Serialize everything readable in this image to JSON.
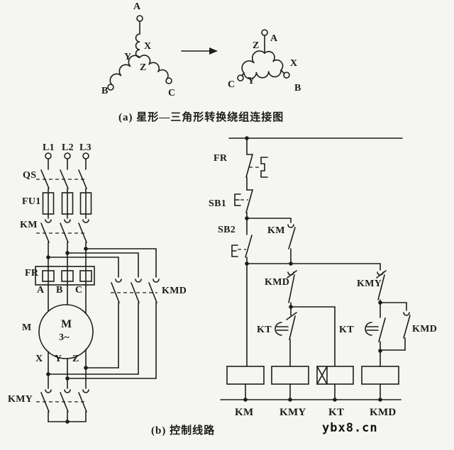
{
  "captions": {
    "a": "(a) 星形—三角形转换绕组连接图",
    "b": "(b) 控制线路"
  },
  "watermark": "ybx8.cn",
  "colors": {
    "ink": "#1d1d1d",
    "background": "#f5f5f2"
  },
  "star": {
    "a": "A",
    "x": "X",
    "y": "Y",
    "z": "Z",
    "b": "B",
    "c": "C"
  },
  "delta": {
    "a": "A",
    "x": "X",
    "y": "Y",
    "z": "Z",
    "b": "B",
    "c": "C"
  },
  "main": {
    "l1": "L1",
    "l2": "L2",
    "l3": "L3",
    "qs": "QS",
    "fu1": "FU1",
    "km": "KM",
    "fr": "FR",
    "a": "A",
    "b": "B",
    "c": "C",
    "m_outer": "M",
    "m_inner": "M",
    "m_type": "3~",
    "x": "X",
    "y": "Y",
    "z": "Z",
    "kmy": "KMY",
    "kmd": "KMD"
  },
  "control": {
    "fr": "FR",
    "sb1": "SB1",
    "sb2": "SB2",
    "km_seal": "KM",
    "kmd_nc": "KMD",
    "kmy_nc": "KMY",
    "kt_nc": "KT",
    "kt_no": "KT",
    "kmd_no": "KMD",
    "coil_km": "KM",
    "coil_kmy": "KMY",
    "coil_kt": "KT",
    "coil_kmd": "KMD"
  }
}
